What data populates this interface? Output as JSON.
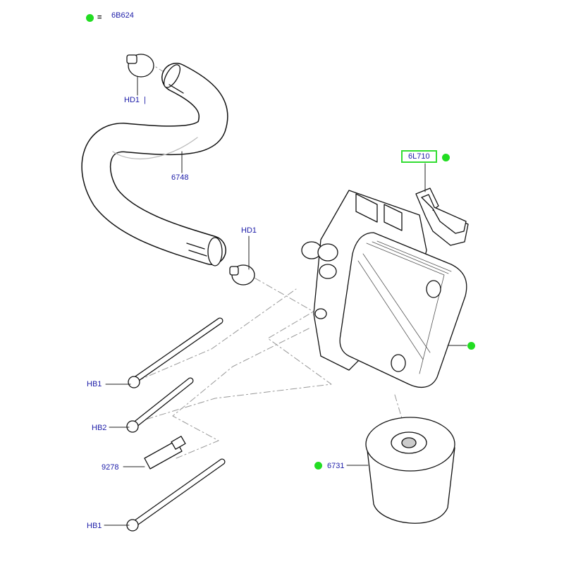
{
  "legend": {
    "symbol": "=",
    "part_number": "6B624",
    "marker_color": "#22dd22"
  },
  "label_color": "#1c1ca8",
  "callouts": [
    {
      "id": "hd1-top",
      "text": "HD1",
      "suffix": "|"
    },
    {
      "id": "hose",
      "text": "6748"
    },
    {
      "id": "hd1-lower",
      "text": "HD1"
    },
    {
      "id": "gasket",
      "text": "6L710",
      "highlighted": true,
      "marker": true
    },
    {
      "id": "cooler",
      "text": "",
      "marker": true
    },
    {
      "id": "hb1-upper",
      "text": "HB1"
    },
    {
      "id": "hb2",
      "text": "HB2"
    },
    {
      "id": "sensor",
      "text": "9278"
    },
    {
      "id": "filter",
      "text": "6731",
      "marker": true
    },
    {
      "id": "hb1-lower",
      "text": "HB1"
    }
  ]
}
